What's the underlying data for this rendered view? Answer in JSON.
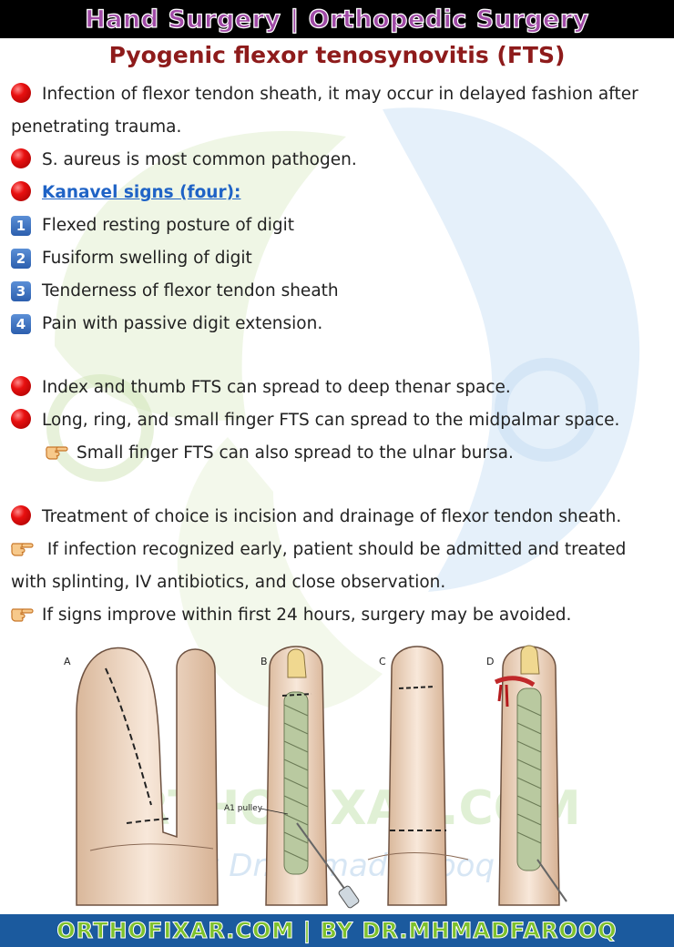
{
  "header": {
    "banner": "Hand Surgery  | Orthopedic Surgery",
    "title": "Pyogenic flexor tenosynovitis (FTS)"
  },
  "bullets": {
    "b1": "Infection of flexor tendon sheath, it may occur in delayed fashion after penetrating trauma.",
    "b2": "S. aureus is most common pathogen.",
    "kanavel_heading": "Kanavel signs (four):",
    "kanavel": [
      {
        "num": "1",
        "text": "Flexed resting posture of digit"
      },
      {
        "num": "2",
        "text": "Fusiform swelling of digit"
      },
      {
        "num": "3",
        "text": "Tenderness of flexor tendon sheath"
      },
      {
        "num": "4",
        "text": "Pain with passive digit extension."
      }
    ],
    "spread1": "Index and thumb FTS can spread to deep thenar  space.",
    "spread2": "Long, ring, and small finger FTS can spread to the midpalmar space.",
    "spread3": "Small finger FTS can also spread to the ulnar  bursa.",
    "treat1": "Treatment of choice is incision and  drainage of flexor tendon sheath.",
    "treat2": " If infection recognized early, patient should be admitted  and treated with splinting, IV antibiotics, and close  observation.",
    "treat3": "If signs improve within first 24 hours, surgery may be  avoided."
  },
  "figure": {
    "panels": [
      "A",
      "B",
      "C",
      "D"
    ],
    "label": "A1 pulley"
  },
  "watermark": {
    "brand": "ORTHOFIXAR.COM",
    "byline": "By Dr.MhmadFarooq"
  },
  "footer": {
    "text": "ORTHOFIXAR.COM | BY DR.MHMADFAROOQ"
  },
  "colors": {
    "banner_text": "#a04aa6",
    "title": "#8e1b1b",
    "bullet": "#e81010",
    "link": "#1f63c6",
    "footer_bg": "#1b5a9e",
    "footer_text": "#7ec12c"
  }
}
